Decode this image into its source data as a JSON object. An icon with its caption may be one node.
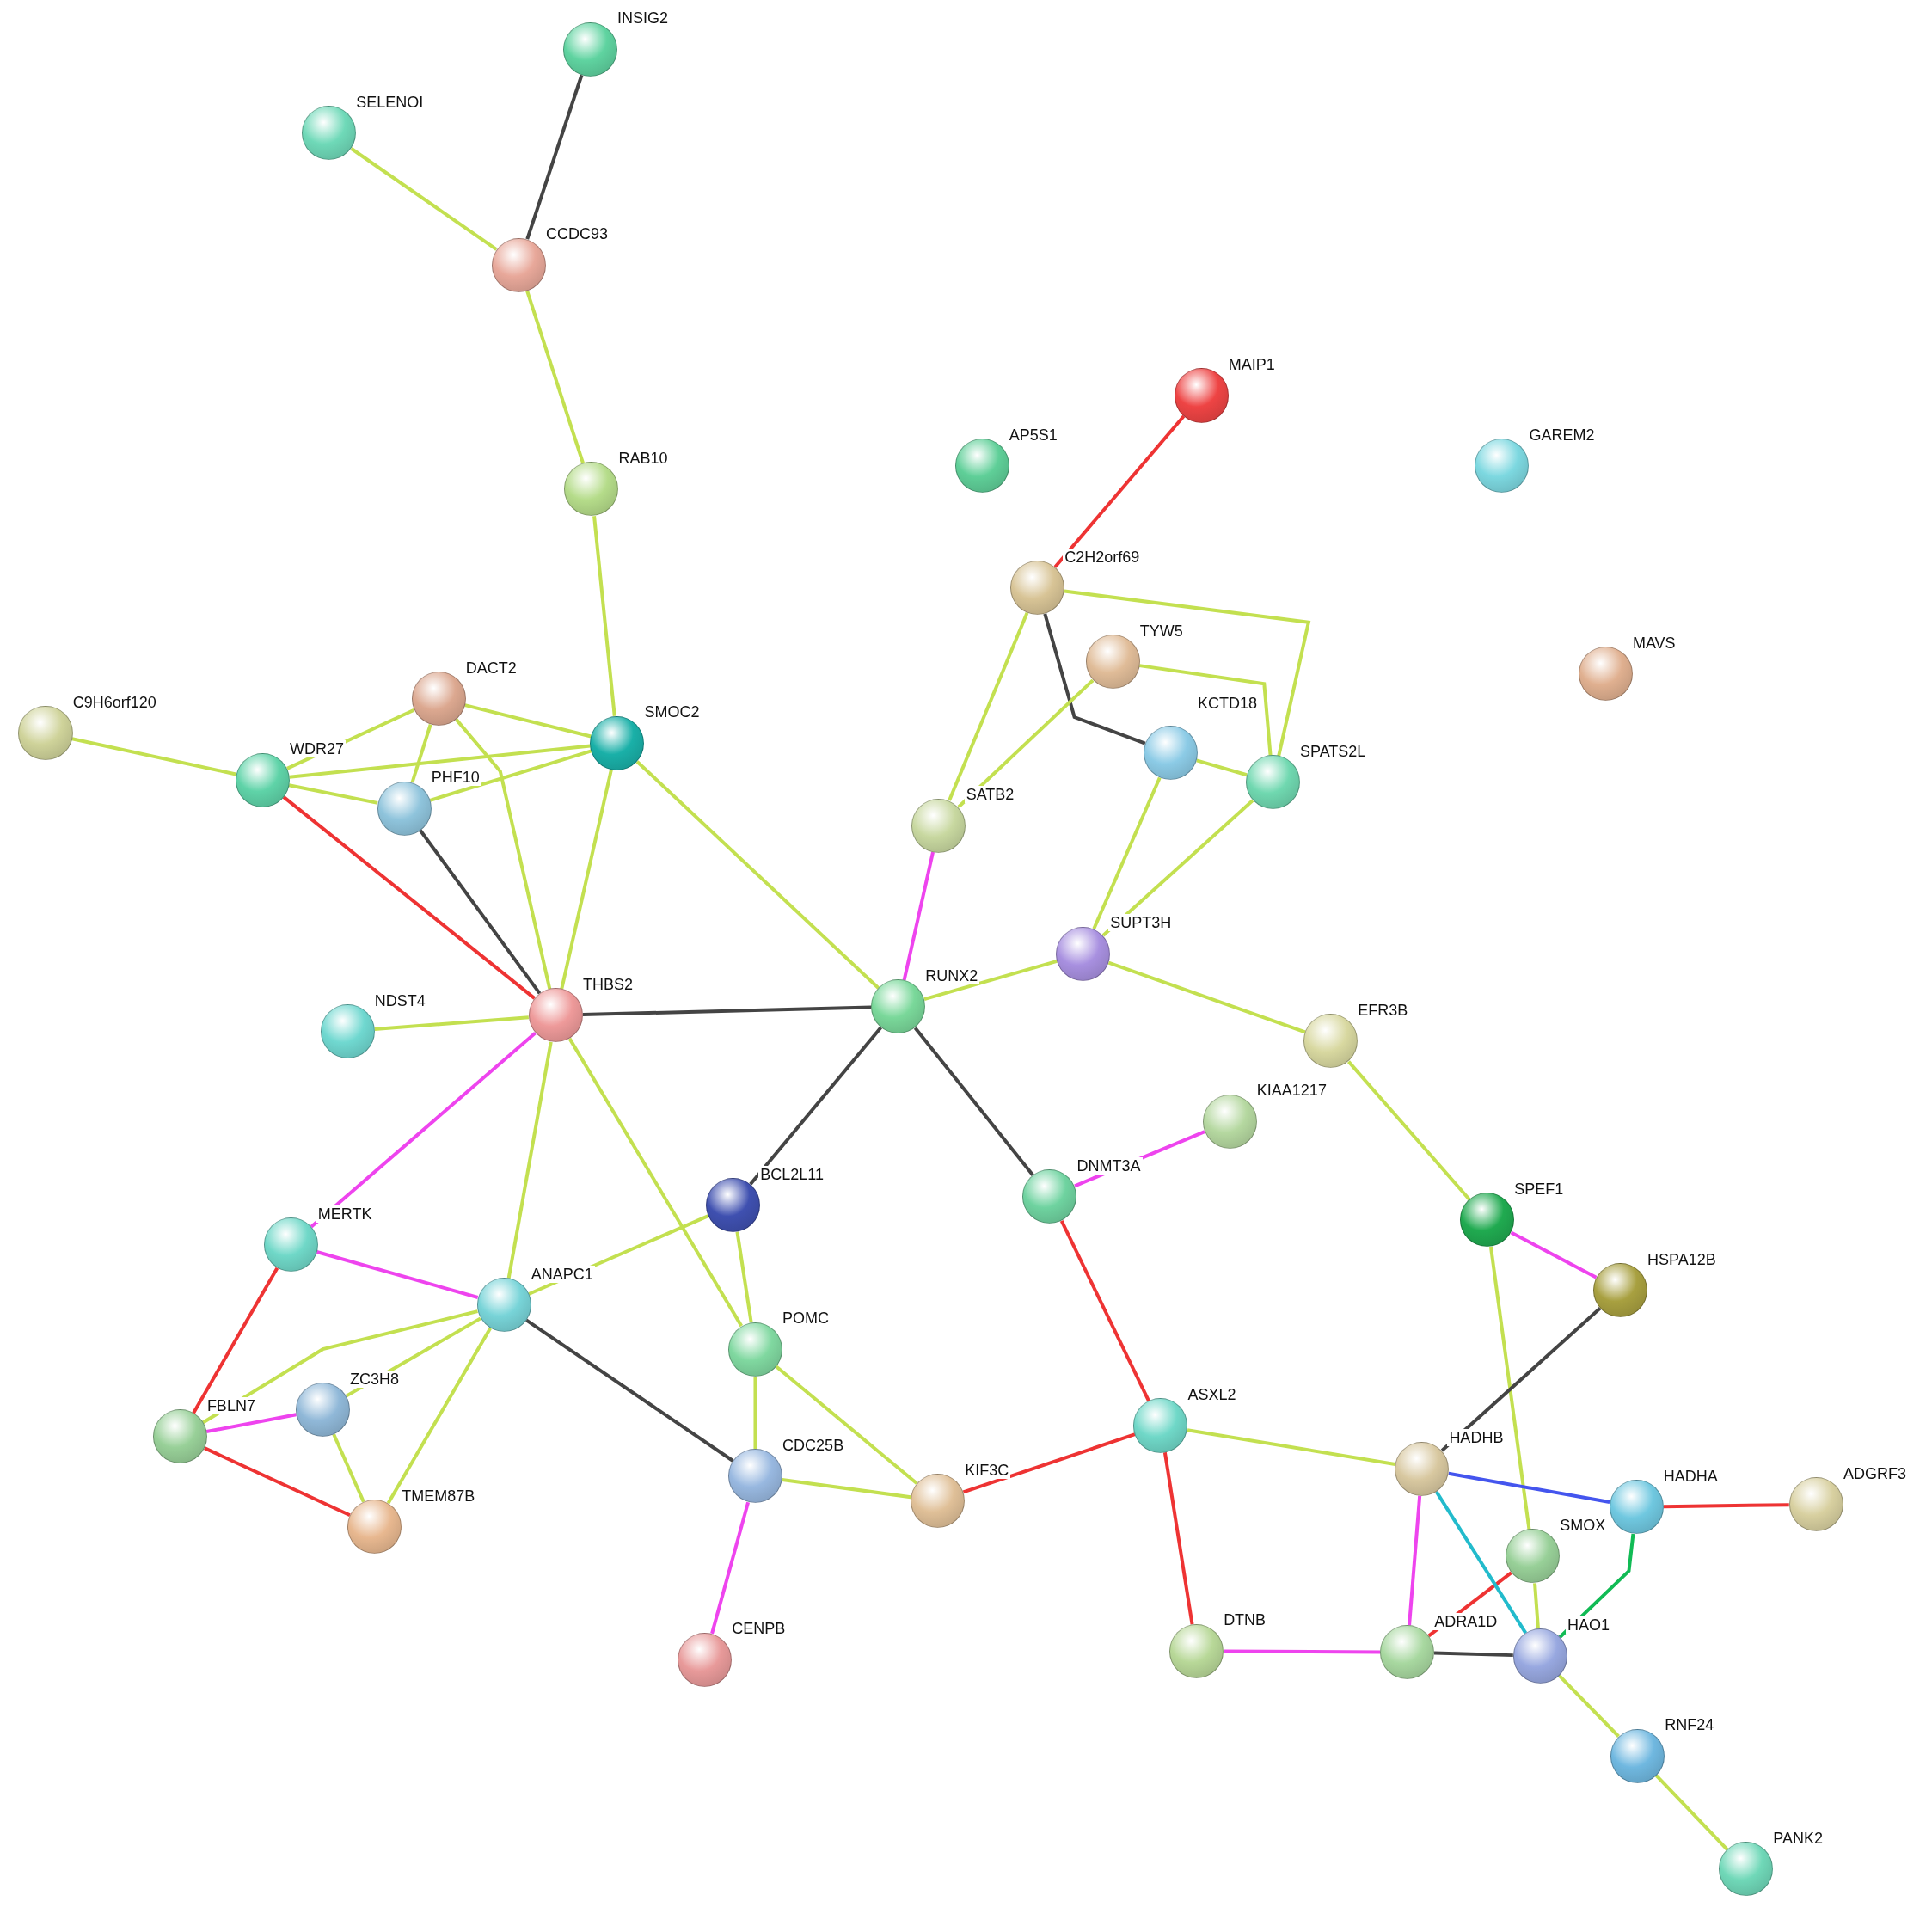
{
  "diagram": {
    "nodes": [
      {
        "text": [
          "INSIG2"
        ]
      },
      {
        "text": [
          "SELENOI"
        ]
      },
      {
        "text": [
          "CCDC93"
        ]
      },
      {
        "text": [
          "RAB10"
        ]
      },
      {
        "text": [
          "MAIP1"
        ]
      },
      {
        "text": [
          "AP5S1"
        ]
      },
      {
        "text": [
          "GAREM2"
        ]
      },
      {
        "text": [
          "C2H2orf69"
        ]
      },
      {
        "text": [
          "TYW5"
        ]
      },
      {
        "text": [
          "MAVS"
        ]
      },
      {
        "text": [
          "DACT2"
        ]
      },
      {
        "text": [
          "C9H6orf120"
        ]
      },
      {
        "text": [
          "SMOC2"
        ]
      },
      {
        "text": [
          "WDR27"
        ]
      },
      {
        "text": [
          "PHF10"
        ]
      },
      {
        "text": [
          "KCTD18"
        ]
      },
      {
        "text": [
          "SPATS2L"
        ]
      },
      {
        "text": [
          "SATB2"
        ]
      },
      {
        "text": [
          "SUPT3H"
        ]
      },
      {
        "text": [
          "THBS2"
        ]
      },
      {
        "text": [
          "NDST4"
        ]
      },
      {
        "text": [
          "RUNX2"
        ]
      },
      {
        "text": [
          "EFR3B"
        ]
      },
      {
        "text": [
          "KIAA1217"
        ]
      },
      {
        "text": [
          "BCL2L11"
        ]
      },
      {
        "text": [
          "DNMT3A"
        ]
      },
      {
        "text": [
          "SPEF1"
        ]
      },
      {
        "text": [
          "MERTK"
        ]
      },
      {
        "text": [
          "HSPA12B"
        ]
      },
      {
        "text": [
          "ANAPC1"
        ]
      },
      {
        "text": [
          "POMC"
        ]
      },
      {
        "text": [
          "ZC3H8"
        ]
      },
      {
        "text": [
          "FBLN7"
        ]
      },
      {
        "text": [
          "ASXL2"
        ]
      },
      {
        "text": [
          "HADHB"
        ]
      },
      {
        "text": [
          "CDC25B"
        ]
      },
      {
        "text": [
          "KIF3C"
        ]
      },
      {
        "text": [
          "HADHA"
        ]
      },
      {
        "text": [
          "ADGRF3"
        ]
      },
      {
        "text": [
          "TMEM87B"
        ]
      },
      {
        "text": [
          "SMOX"
        ]
      },
      {
        "text": [
          "CENPB"
        ]
      },
      {
        "text": [
          "DTNB"
        ]
      },
      {
        "text": [
          "ADRA1D"
        ]
      },
      {
        "text": [
          "HAO1"
        ]
      },
      {
        "text": [
          "RNF24"
        ]
      },
      {
        "text": [
          "PANK2"
        ]
      }
    ],
    "edges": [
      {
        "from": 1,
        "to": 2,
        "arrow": "none"
      },
      {
        "from": 0,
        "to": 2,
        "arrow": "none",
        "color": "#444444"
      },
      {
        "from": 2,
        "to": 3,
        "arrow": "none"
      },
      {
        "from": 3,
        "to": 12,
        "arrow": "none"
      },
      {
        "from": 4,
        "to": 7,
        "arrow": "none",
        "color": "#ee3333"
      },
      {
        "from": 7,
        "to": 15,
        "arrow": "none",
        "color": "#444444"
      },
      {
        "from": 7,
        "to": 16,
        "arrow": "none"
      },
      {
        "from": 7,
        "to": 17,
        "arrow": "none"
      },
      {
        "from": 8,
        "to": 17,
        "arrow": "none"
      },
      {
        "from": 8,
        "to": 16,
        "arrow": "none"
      },
      {
        "from": 15,
        "to": 16,
        "arrow": "none"
      },
      {
        "from": 15,
        "to": 18,
        "arrow": "none"
      },
      {
        "from": 16,
        "to": 18,
        "arrow": "none"
      },
      {
        "from": 17,
        "to": 21,
        "arrow": "none",
        "color": "#ee44ee"
      },
      {
        "from": 18,
        "to": 21,
        "arrow": "none"
      },
      {
        "from": 18,
        "to": 22,
        "arrow": "none"
      },
      {
        "from": 22,
        "to": 26,
        "arrow": "none"
      },
      {
        "from": 26,
        "to": 28,
        "arrow": "none",
        "color": "#ee44ee"
      },
      {
        "from": 26,
        "to": 40,
        "arrow": "none"
      },
      {
        "from": 28,
        "to": 34,
        "arrow": "none",
        "color": "#444444"
      },
      {
        "from": 11,
        "to": 13,
        "arrow": "none"
      },
      {
        "from": 10,
        "to": 13,
        "arrow": "none"
      },
      {
        "from": 10,
        "to": 12,
        "arrow": "none"
      },
      {
        "from": 10,
        "to": 14,
        "arrow": "none"
      },
      {
        "from": 10,
        "to": 19,
        "arrow": "none"
      },
      {
        "from": 13,
        "to": 12,
        "arrow": "none"
      },
      {
        "from": 13,
        "to": 14,
        "arrow": "none"
      },
      {
        "from": 13,
        "to": 19,
        "arrow": "none",
        "color": "#ee3333"
      },
      {
        "from": 14,
        "to": 12,
        "arrow": "none"
      },
      {
        "from": 14,
        "to": 19,
        "arrow": "none",
        "color": "#444444"
      },
      {
        "from": 12,
        "to": 19,
        "arrow": "none"
      },
      {
        "from": 12,
        "to": 21,
        "arrow": "none"
      },
      {
        "from": 20,
        "to": 19,
        "arrow": "none"
      },
      {
        "from": 19,
        "to": 21,
        "arrow": "none",
        "color": "#444444"
      },
      {
        "from": 19,
        "to": 27,
        "arrow": "none",
        "color": "#ee44ee"
      },
      {
        "from": 19,
        "to": 29,
        "arrow": "none"
      },
      {
        "from": 19,
        "to": 30,
        "arrow": "none"
      },
      {
        "from": 21,
        "to": 24,
        "arrow": "none",
        "color": "#444444"
      },
      {
        "from": 21,
        "to": 25,
        "arrow": "none",
        "color": "#444444"
      },
      {
        "from": 25,
        "to": 23,
        "arrow": "none",
        "color": "#ee44ee"
      },
      {
        "from": 25,
        "to": 33,
        "arrow": "none",
        "color": "#ee3333"
      },
      {
        "from": 24,
        "to": 29,
        "arrow": "none"
      },
      {
        "from": 24,
        "to": 30,
        "arrow": "none"
      },
      {
        "from": 27,
        "to": 29,
        "arrow": "none",
        "color": "#ee44ee"
      },
      {
        "from": 27,
        "to": 32,
        "arrow": "none",
        "color": "#ee3333"
      },
      {
        "from": 29,
        "to": 31,
        "arrow": "none"
      },
      {
        "from": 29,
        "to": 32,
        "arrow": "none"
      },
      {
        "from": 29,
        "to": 39,
        "arrow": "none"
      },
      {
        "from": 29,
        "to": 35,
        "arrow": "none",
        "color": "#444444"
      },
      {
        "from": 31,
        "to": 32,
        "arrow": "none",
        "color": "#ee44ee"
      },
      {
        "from": 31,
        "to": 39,
        "arrow": "none"
      },
      {
        "from": 32,
        "to": 39,
        "arrow": "none",
        "color": "#ee3333"
      },
      {
        "from": 30,
        "to": 35,
        "arrow": "none"
      },
      {
        "from": 30,
        "to": 36,
        "arrow": "none"
      },
      {
        "from": 35,
        "to": 36,
        "arrow": "none"
      },
      {
        "from": 35,
        "to": 41,
        "arrow": "none",
        "color": "#ee44ee"
      },
      {
        "from": 36,
        "to": 33,
        "arrow": "none",
        "color": "#ee3333"
      },
      {
        "from": 33,
        "to": 34,
        "arrow": "none"
      },
      {
        "from": 33,
        "to": 42,
        "arrow": "none",
        "color": "#ee3333"
      },
      {
        "from": 42,
        "to": 43,
        "arrow": "none",
        "color": "#ee44ee"
      },
      {
        "from": 43,
        "to": 44,
        "arrow": "none",
        "color": "#444444"
      },
      {
        "from": 43,
        "to": 34,
        "arrow": "none",
        "color": "#ee44ee"
      },
      {
        "from": 43,
        "to": 40,
        "arrow": "none",
        "color": "#ee3333"
      },
      {
        "from": 34,
        "to": 37,
        "arrow": "none",
        "color": "#4455ee"
      },
      {
        "from": 34,
        "to": 44,
        "arrow": "none",
        "color": "#22bbcc"
      },
      {
        "from": 37,
        "to": 44,
        "arrow": "none",
        "color": "#11bb55"
      },
      {
        "from": 37,
        "to": 38,
        "arrow": "none",
        "color": "#ee3333"
      },
      {
        "from": 40,
        "to": 44,
        "arrow": "none"
      },
      {
        "from": 44,
        "to": 45,
        "arrow": "none"
      },
      {
        "from": 45,
        "to": 46,
        "arrow": "none"
      }
    ]
  }
}
